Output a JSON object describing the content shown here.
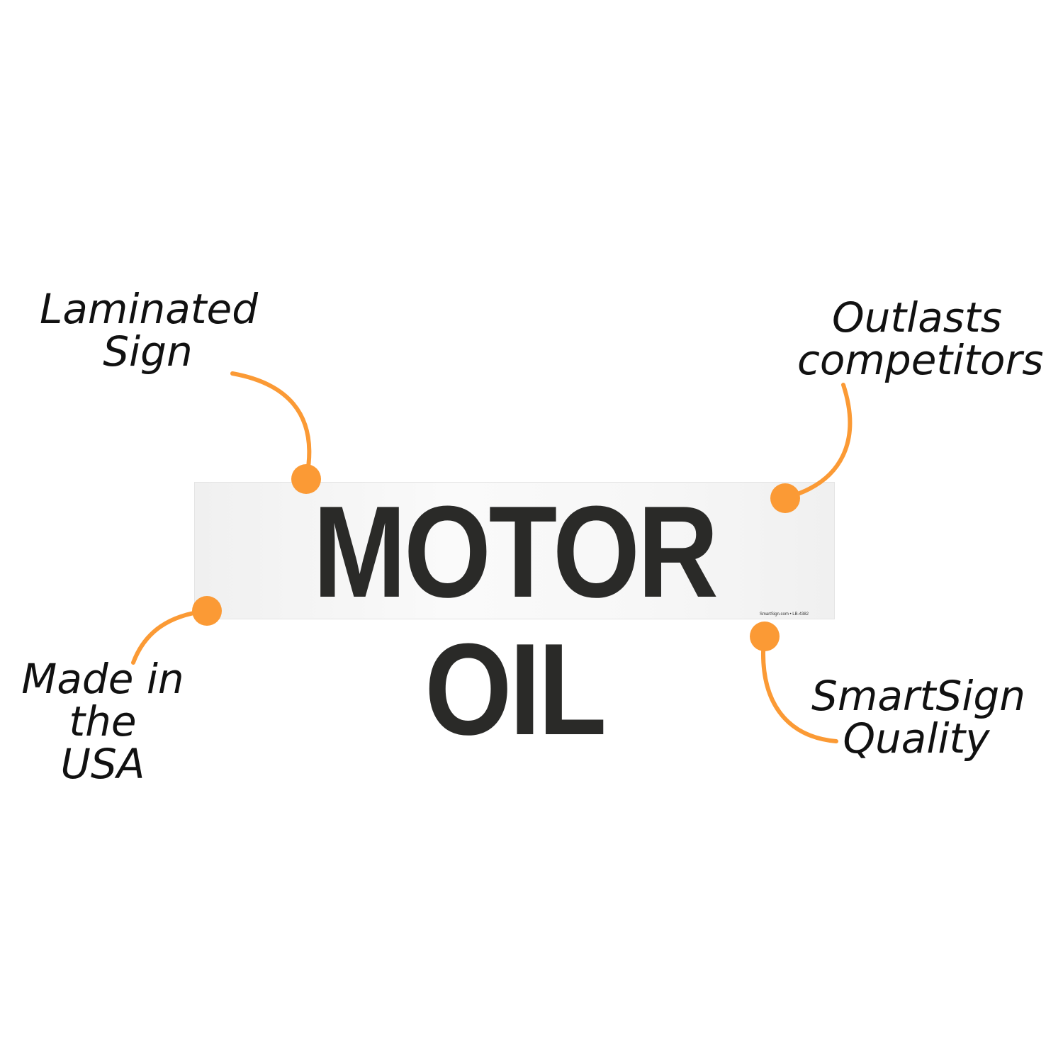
{
  "sign": {
    "title": "MOTOR OIL",
    "code": "SmartSign.com • LB-4382"
  },
  "callouts": {
    "laminated": [
      "Laminated",
      "Sign"
    ],
    "outlasts": [
      "Outlasts",
      "competitors"
    ],
    "usa": [
      "Made in",
      "the USA"
    ],
    "quality": [
      "SmartSign",
      "Quality"
    ]
  },
  "colors": {
    "accent": "#fb9a35",
    "text": "#2a2a28"
  }
}
